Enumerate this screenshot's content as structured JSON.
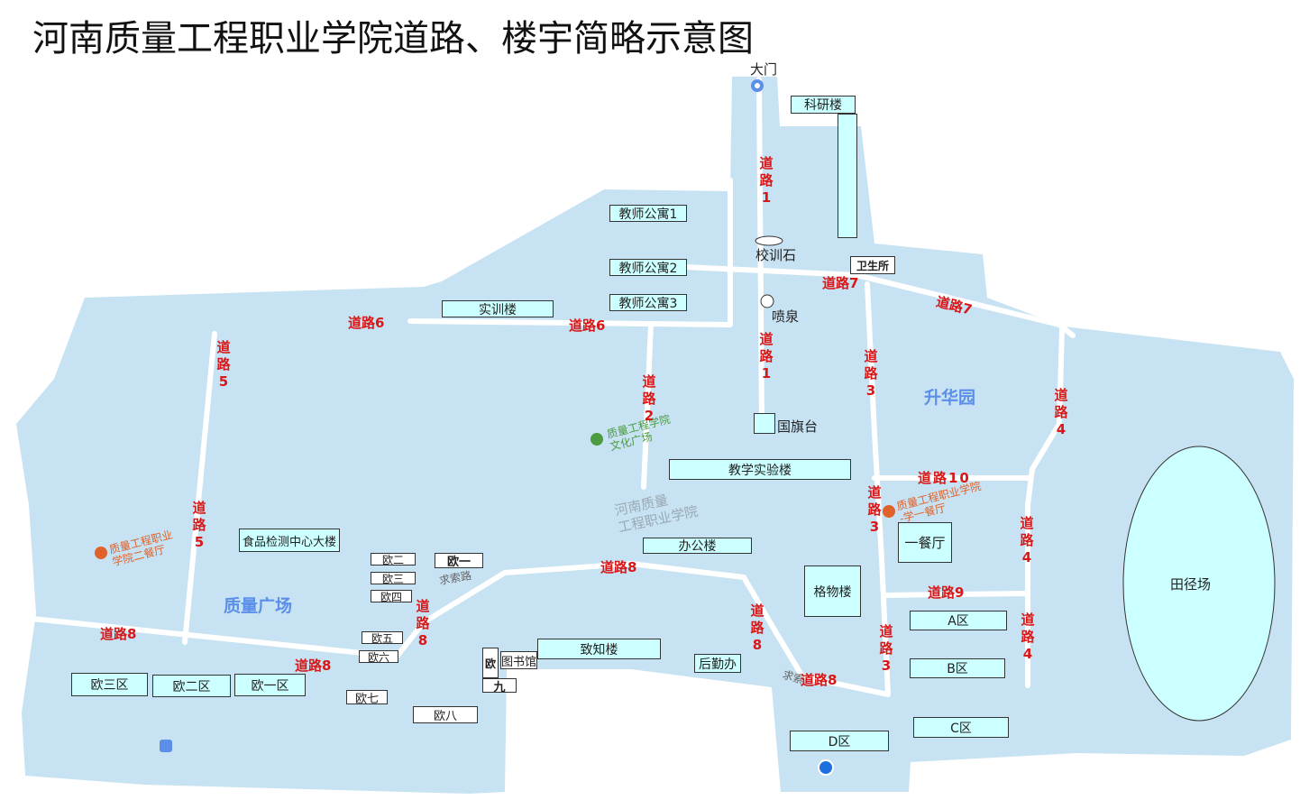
{
  "title": "河南质量工程职业学院道路、楼宇简略示意图",
  "gate": "大门",
  "buildings": {
    "keyan": "科研楼",
    "jiaoshi1": "教师公寓1",
    "jiaoshi2": "教师公寓2",
    "jiaoshi3": "教师公寓3",
    "shixun": "实训楼",
    "weisheng": "卫生所",
    "jiaoxue": "教学实验楼",
    "bangong": "办公楼",
    "shipin": "食品检测中心大楼",
    "gewu": "格物楼",
    "yican": "一餐厅",
    "zhizhi": "致知楼",
    "tushu": "图书馆",
    "houqin": "后勤办",
    "ou1": "欧一",
    "ou2": "欧二",
    "ou3": "欧三",
    "ou4": "欧四",
    "ou5": "欧五",
    "ou6": "欧六",
    "ou7": "欧七",
    "ou8": "欧八",
    "ou9a": "欧",
    "ou9b": "九",
    "ou1q": "欧一区",
    "ou2q": "欧二区",
    "ou3q": "欧三区",
    "qa": "A区",
    "qb": "B区",
    "qc": "C区",
    "qd": "D区",
    "tianjing": "田径场"
  },
  "landmarks": {
    "xiaoxun": "校训石",
    "penquan": "喷泉",
    "guoqi": "国旗台"
  },
  "areas": {
    "shenghua": "升华园",
    "zhiliang": "质量广场"
  },
  "roads": {
    "r1": "道路1",
    "r2": "道路2",
    "r3": "道路3",
    "r4": "道路4",
    "r5": "道路5",
    "r6": "道路6",
    "r7": "道路7",
    "r8": "道路8",
    "r9": "道路9",
    "r10": "道路10",
    "r3b": "道路",
    "r3c": "3"
  },
  "pois": {
    "culture": "质量工程学院\n文化广场",
    "canteen1": "质量工程职业学院\n-学一餐厅",
    "canteen2": "质量工程职业\n学院二餐厅",
    "qiusuo": "求索路",
    "qiusuo2": "求索",
    "watermark": "河南质量\n工程职业学院"
  },
  "colors": {
    "campus": "#c7e2f2",
    "road": "#ffffff",
    "building": "#ccffff",
    "road_label": "#d81818",
    "area_label": "#5b8fe8"
  }
}
